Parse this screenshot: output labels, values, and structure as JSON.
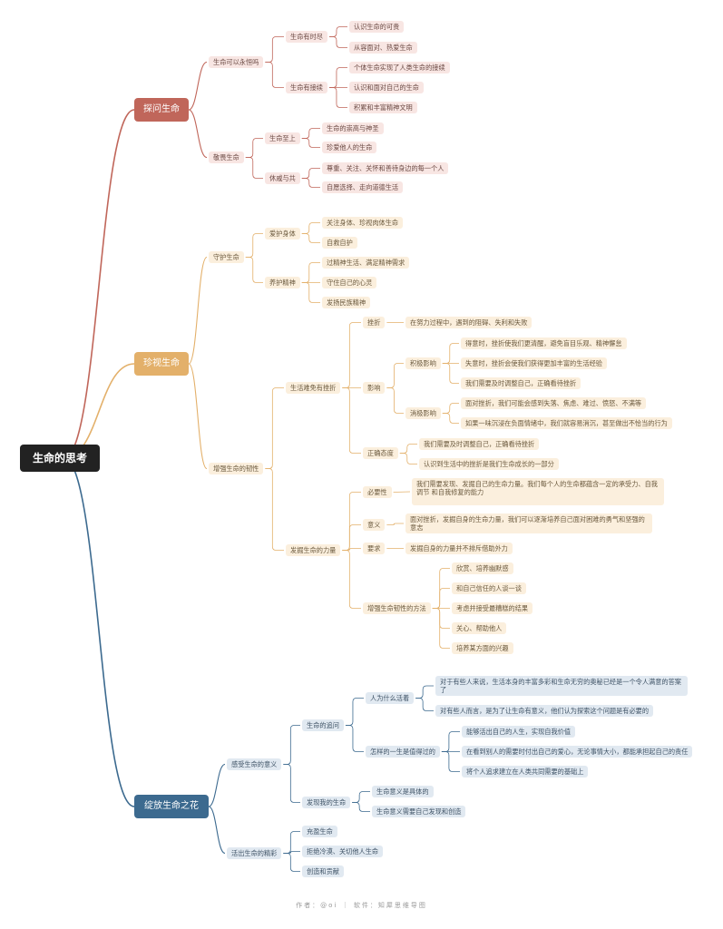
{
  "root": "生命的思考",
  "branches": [
    {
      "label": "探问生命",
      "color": "#c0665a",
      "children": [
        {
          "label": "生命可以永恒吗",
          "children": [
            {
              "label": "生命有时尽",
              "children": [
                {
                  "label": "认识生命的可贵"
                },
                {
                  "label": "从容面对、热爱生命"
                }
              ]
            },
            {
              "label": "生命有接续",
              "children": [
                {
                  "label": "个体生命实现了人类生命的接续"
                },
                {
                  "label": "认识和面对自己的生命"
                },
                {
                  "label": "积累和丰富精神文明"
                }
              ]
            }
          ]
        },
        {
          "label": "敬畏生命",
          "children": [
            {
              "label": "生命至上",
              "children": [
                {
                  "label": "生命的崇高与神圣"
                },
                {
                  "label": "珍爱他人的生命"
                }
              ]
            },
            {
              "label": "休戚与共",
              "children": [
                {
                  "label": "尊重、关注、关怀和善待身边的每一个人"
                },
                {
                  "label": "自愿选择、走向道德生活"
                }
              ]
            }
          ]
        }
      ]
    },
    {
      "label": "珍视生命",
      "color": "#e3b06a",
      "children": [
        {
          "label": "守护生命",
          "children": [
            {
              "label": "爱护身体",
              "children": [
                {
                  "label": "关注身体、珍视肉体生命"
                },
                {
                  "label": "自救自护"
                }
              ]
            },
            {
              "label": "养护精神",
              "children": [
                {
                  "label": "过精神生活、满足精神需求"
                },
                {
                  "label": "守住自己的心灵"
                },
                {
                  "label": "发扬民族精神"
                }
              ]
            }
          ]
        },
        {
          "label": "增强生命的韧性",
          "children": [
            {
              "label": "生活难免有挫折",
              "children": [
                {
                  "label": "挫折",
                  "children": [
                    {
                      "label": "在努力过程中，遇到的阻碍、失利和失败"
                    }
                  ]
                },
                {
                  "label": "影响",
                  "children": [
                    {
                      "label": "积极影响",
                      "children": [
                        {
                          "label": "得意时，挫折使我们更清醒，避免盲目乐观、精神懈怠"
                        },
                        {
                          "label": "失意时，挫折会使我们获得更加丰富的生活经验"
                        },
                        {
                          "label": "我们需要及时调整自己，正确看待挫折"
                        }
                      ]
                    },
                    {
                      "label": "消极影响",
                      "children": [
                        {
                          "label": "面对挫折，我们可能会感到失落、焦虑、难过、愤怒、不满等"
                        },
                        {
                          "label": "如果一味沉浸在负面情绪中，我们就容易消沉，甚至做出不恰当的行为"
                        }
                      ]
                    }
                  ]
                },
                {
                  "label": "正确态度",
                  "children": [
                    {
                      "label": "我们需要及时调整自己，正确看待挫折"
                    },
                    {
                      "label": "认识到生活中的挫折是我们生命成长的一部分"
                    }
                  ]
                }
              ]
            },
            {
              "label": "发掘生命的力量",
              "children": [
                {
                  "label": "必要性",
                  "children": [
                    {
                      "label": "我们需要发现、发掘自己的生命力量。我们每个人的生命都蕴含一定的承受力、自我调节\n和自我修复的能力"
                    }
                  ]
                },
                {
                  "label": "意义",
                  "children": [
                    {
                      "label": "面对挫折，发掘自身的生命力量，我们可以逐渐培养自己面对困难的勇气和坚强的意志"
                    }
                  ]
                },
                {
                  "label": "要求",
                  "children": [
                    {
                      "label": "发掘自身的力量并不排斥借助外力"
                    }
                  ]
                },
                {
                  "label": "增强生命韧性的方法",
                  "children": [
                    {
                      "label": "欣赏、培养幽默感"
                    },
                    {
                      "label": "和自己信任的人谈一谈"
                    },
                    {
                      "label": "考虑并接受最糟糕的结果"
                    },
                    {
                      "label": "关心、帮助他人"
                    },
                    {
                      "label": "培养某方面的兴趣"
                    }
                  ]
                }
              ]
            }
          ]
        }
      ]
    },
    {
      "label": "绽放生命之花",
      "color": "#3c6a8f",
      "children": [
        {
          "label": "感受生命的意义",
          "children": [
            {
              "label": "生命的追问",
              "children": [
                {
                  "label": "人为什么活着",
                  "children": [
                    {
                      "label": "对于有些人来说，生活本身的丰富多彩和生命无穷的奥秘已经是一个令人满意的答案了"
                    },
                    {
                      "label": "对有些人而言，是为了让生命有意义，他们认为探索这个问题是有必要的"
                    }
                  ]
                },
                {
                  "label": "怎样的一生是值得过的",
                  "children": [
                    {
                      "label": "能够活出自己的人生，实现自我价值"
                    },
                    {
                      "label": "在看到别人的需要时付出自己的爱心，无论事情大小，都能承担起自己的责任"
                    },
                    {
                      "label": "将个人追求建立在人类共同需要的基础上"
                    }
                  ]
                }
              ]
            },
            {
              "label": "发现我的生命",
              "children": [
                {
                  "label": "生命意义是具体的"
                },
                {
                  "label": "生命意义需要自己发现和创造"
                }
              ]
            }
          ]
        },
        {
          "label": "活出生命的精彩",
          "children": [
            {
              "label": "充盈生命"
            },
            {
              "label": "拒绝冷漠、关切他人生命"
            },
            {
              "label": "创造和贡献"
            }
          ]
        }
      ]
    }
  ],
  "footer": "作者：@oi ｜ 软件：知犀思维导图"
}
